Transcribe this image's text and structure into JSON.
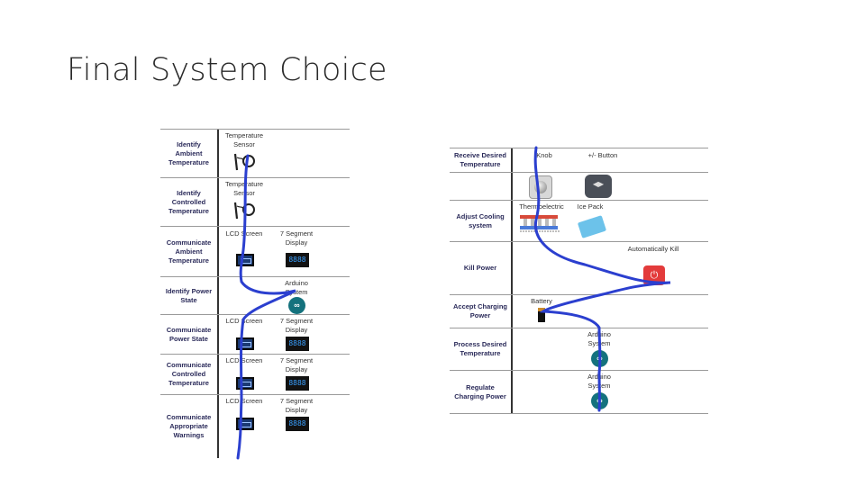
{
  "slide": {
    "title": "Final System Choice"
  },
  "left_matrix": {
    "rows": [
      {
        "function": "Identify Ambient Temperature",
        "options": [
          {
            "label": "Temperature Sensor",
            "icon": "temperature-sensor-icon"
          }
        ]
      },
      {
        "function": "Identify Controlled Temperature",
        "options": [
          {
            "label": "Temperature Sensor",
            "icon": "temperature-sensor-icon"
          }
        ]
      },
      {
        "function": "Communicate Ambient Temperature",
        "options": [
          {
            "label": "LCD Screen",
            "icon": "lcd-screen-icon"
          },
          {
            "label": "7 Segment Display",
            "icon": "seven-segment-icon"
          }
        ]
      },
      {
        "function": "Identify Power State",
        "options": [
          {
            "label": "Arduino System",
            "icon": "arduino-icon"
          }
        ]
      },
      {
        "function": "Communicate Power State",
        "options": [
          {
            "label": "LCD Screen",
            "icon": "lcd-screen-icon"
          },
          {
            "label": "7 Segment Display",
            "icon": "seven-segment-icon"
          }
        ]
      },
      {
        "function": "Communicate Controlled Temperature",
        "options": [
          {
            "label": "LCD Screen",
            "icon": "lcd-screen-icon"
          },
          {
            "label": "7 Segment Display",
            "icon": "seven-segment-icon"
          }
        ]
      },
      {
        "function": "Communicate Appropriate Warnings",
        "options": [
          {
            "label": "LCD Screen",
            "icon": "lcd-screen-icon"
          },
          {
            "label": "7 Segment Display",
            "icon": "seven-segment-icon"
          }
        ]
      }
    ]
  },
  "right_matrix": {
    "rows": [
      {
        "function": "Receive Desired Temperature",
        "options": [
          {
            "label": "Knob",
            "icon": "knob-icon"
          },
          {
            "label": "+/- Button",
            "icon": "plus-minus-button-icon"
          }
        ]
      },
      {
        "function": "Adjust Cooling system",
        "options": [
          {
            "label": "Thermoelectric",
            "icon": "thermoelectric-icon"
          },
          {
            "label": "Ice Pack",
            "icon": "ice-pack-icon"
          }
        ]
      },
      {
        "function": "Kill Power",
        "options": [
          {
            "label": "Automatically Kill",
            "icon": "power-off-icon"
          }
        ]
      },
      {
        "function": "Accept Charging Power",
        "options": [
          {
            "label": "Battery",
            "icon": "battery-icon"
          }
        ]
      },
      {
        "function": "Process Desired Temperature",
        "options": [
          {
            "label": "Arduino System",
            "icon": "arduino-icon"
          }
        ]
      },
      {
        "function": "Regulate Charging Power",
        "options": [
          {
            "label": "Arduino System",
            "icon": "arduino-icon"
          }
        ]
      }
    ]
  },
  "glyphs": {
    "segment_digits": "8888",
    "arduino_symbol": "∞",
    "power_symbol": "⏻"
  },
  "colors": {
    "selection_line": "#2b3fcf",
    "function_text": "#2b2b5a",
    "arduino": "#14727d"
  }
}
